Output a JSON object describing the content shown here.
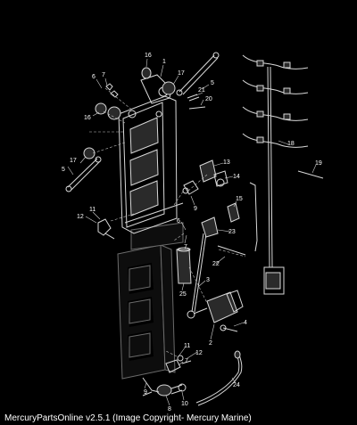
{
  "footer_text": "MercuryPartsOnline v2.5.1 (Image Copyright- Mercury Marine)",
  "colors": {
    "background": "#000000",
    "line_art": "#d8d8d8",
    "text": "#ffffff"
  },
  "callouts": [
    "16",
    "7",
    "1",
    "17",
    "6",
    "5",
    "21",
    "16",
    "20",
    "17",
    "18",
    "19",
    "5",
    "13",
    "14",
    "9",
    "15",
    "12",
    "11",
    "6",
    "7",
    "23",
    "22",
    "3",
    "25",
    "4",
    "2",
    "11",
    "12",
    "7",
    "8",
    "10",
    "24",
    "9"
  ]
}
